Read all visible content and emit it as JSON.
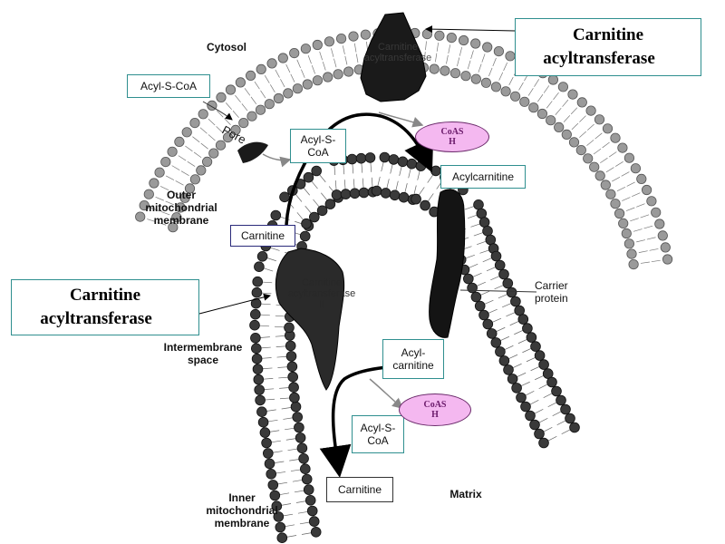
{
  "labels": {
    "cytosol": "Cytosol",
    "pore": "Pore",
    "outer_membrane": "Outer\nmitochondrial\nmembrane",
    "intermembrane_space": "Intermembrane\nspace",
    "inner_membrane": "Inner\nmitochondrial\nmembrane",
    "matrix": "Matrix",
    "carrier_protein": "Carrier\nprotein"
  },
  "enzyme_overlays": {
    "cat1": "Carnitine\nacyltransferase",
    "cat2": "Carnitine\nacyltransferase\nII"
  },
  "callouts": {
    "cat1": "Carnitine\nacyltransferase ",
    "cat2": "Carnitine\nacyltransferase "
  },
  "boxes": {
    "acyl_scoa_outer": "Acyl-S-CoA",
    "acyl_scoa_pore": "Acyl-S-\nCoA",
    "acylcarnitine_top": "Acylcarnitine",
    "carnitine_left": "Carnitine",
    "acylcarnitine_matrix": "Acyl-\ncarnitine",
    "acyl_scoa_matrix": "Acyl-S-\nCoA",
    "carnitine_bottom": "Carnitine"
  },
  "coash": {
    "top": "CoAS\nH",
    "bottom": "CoAS\nH"
  },
  "colors": {
    "callout_border": "#2f8f8f",
    "coash_fill": "#f4b8f0",
    "membrane_bead": "#9a9a9a",
    "inner_bead": "#3a3a3a",
    "protein": "#1a1a1a"
  }
}
